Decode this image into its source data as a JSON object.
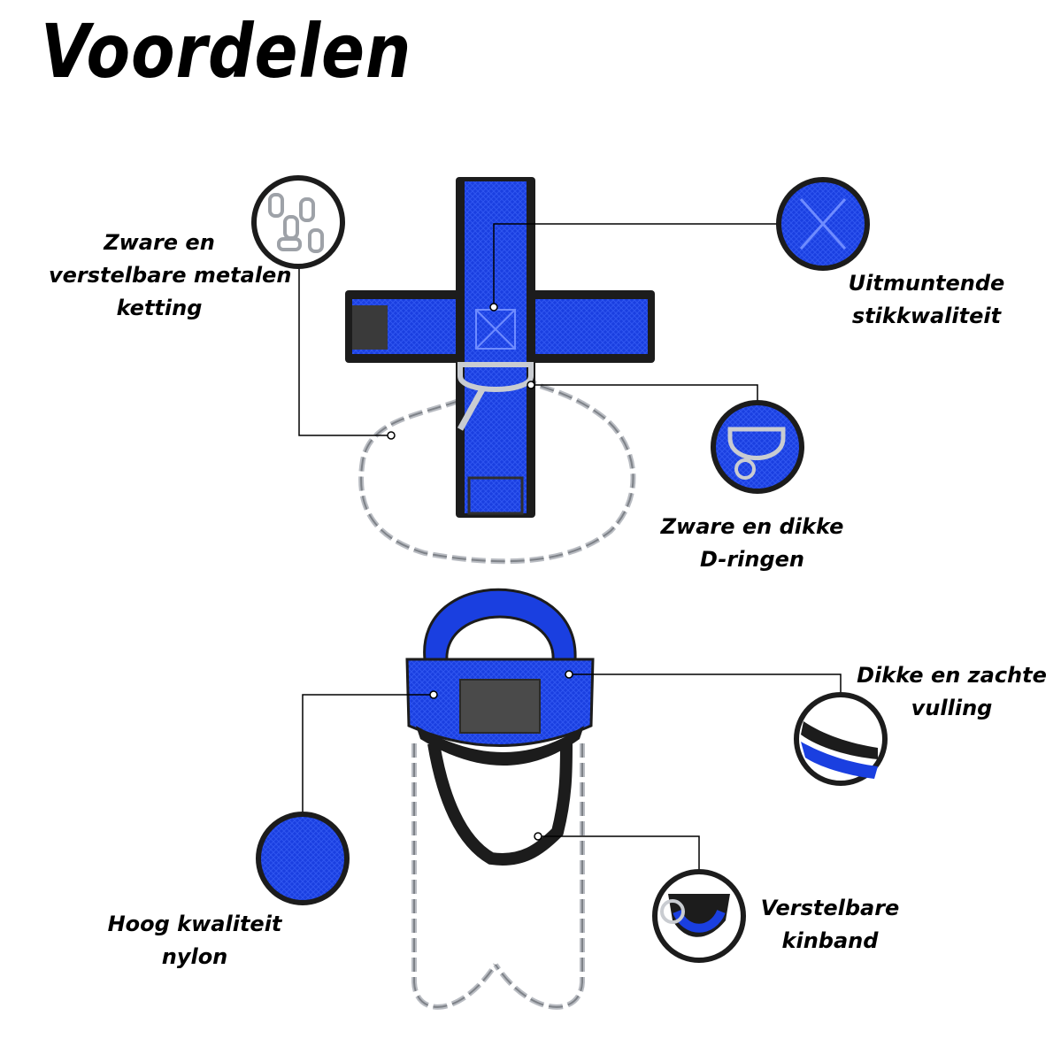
{
  "title": "Voordelen",
  "colors": {
    "nylon_blue": "#1a3fe0",
    "padding_black": "#1c1c1c",
    "chain_silver": "#b9bcc2",
    "callout_line": "#000000"
  },
  "callouts": {
    "chain": {
      "line1": "Zware en",
      "line2": "verstelbare metalen",
      "line3": "ketting"
    },
    "stitching": {
      "line1": "Uitmuntende",
      "line2": "stikkwaliteit"
    },
    "dring": {
      "line1": "Zware en dikke",
      "line2": "D-ringen"
    },
    "padding": {
      "line1": "Dikke en zachte",
      "line2": "vulling"
    },
    "nylon": {
      "line1": "Hoog kwaliteit",
      "line2": "nylon"
    },
    "chinstrap": {
      "line1": "Verstelbare",
      "line2": "kinband"
    }
  }
}
